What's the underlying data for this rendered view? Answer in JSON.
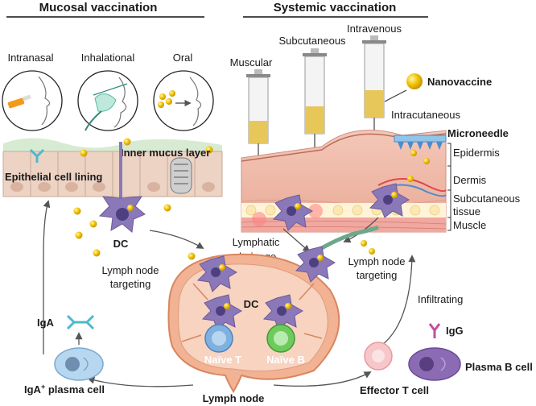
{
  "headers": {
    "mucosal": "Mucosal vaccination",
    "systemic": "Systemic vaccination"
  },
  "routes": {
    "intranasal": "Intranasal",
    "inhalational": "Inhalational",
    "oral": "Oral",
    "muscular": "Muscular",
    "subcutaneous": "Subcutaneous",
    "intravenous": "Intravenous",
    "intracutaneous": "Intracutaneous"
  },
  "legend": {
    "nanovaccine": "Nanovaccine"
  },
  "mucosa": {
    "inner_mucus": "Inner mucus layer",
    "epithelial": "Epithelial cell lining"
  },
  "skin": {
    "microneedle": "Microneedle",
    "epidermis": "Epidermis",
    "dermis": "Dermis",
    "subcutaneous_tissue_1": "Subcutaneous",
    "subcutaneous_tissue_2": "tissue",
    "muscle": "Muscle"
  },
  "cells": {
    "dc_left": "DC",
    "dc_node": "DC",
    "naive_t": "Naïve T",
    "naive_b": "Naïve B",
    "iga": "IgA",
    "igg": "IgG",
    "iga_plasma": "IgA",
    "iga_plasma_sup": "+",
    "iga_plasma_rest": " plasma cell",
    "plasma_b": "Plasma B cell",
    "effector_t": "Effector T cell"
  },
  "flow": {
    "lymphatic_1": "Lymphatic",
    "lymphatic_2": "drainage",
    "ln_target_left_1": "Lymph node",
    "ln_target_left_2": "targeting",
    "ln_target_right_1": "Lymph node",
    "ln_target_right_2": "targeting",
    "infiltrating": "Infiltrating",
    "lymph_node": "Lymph node"
  },
  "colors": {
    "nanovaccine": "#f2c300",
    "dc": "#8a78b8",
    "epithelium": "#ecd3c4",
    "lymph_node": "#f1b393",
    "naive_t": "#7fb1e0",
    "naive_b": "#6fca5e",
    "antibody_iga": "#4cb8cf",
    "antibody_igg": "#c0509e",
    "plasma_b": "#8c6bb5"
  }
}
